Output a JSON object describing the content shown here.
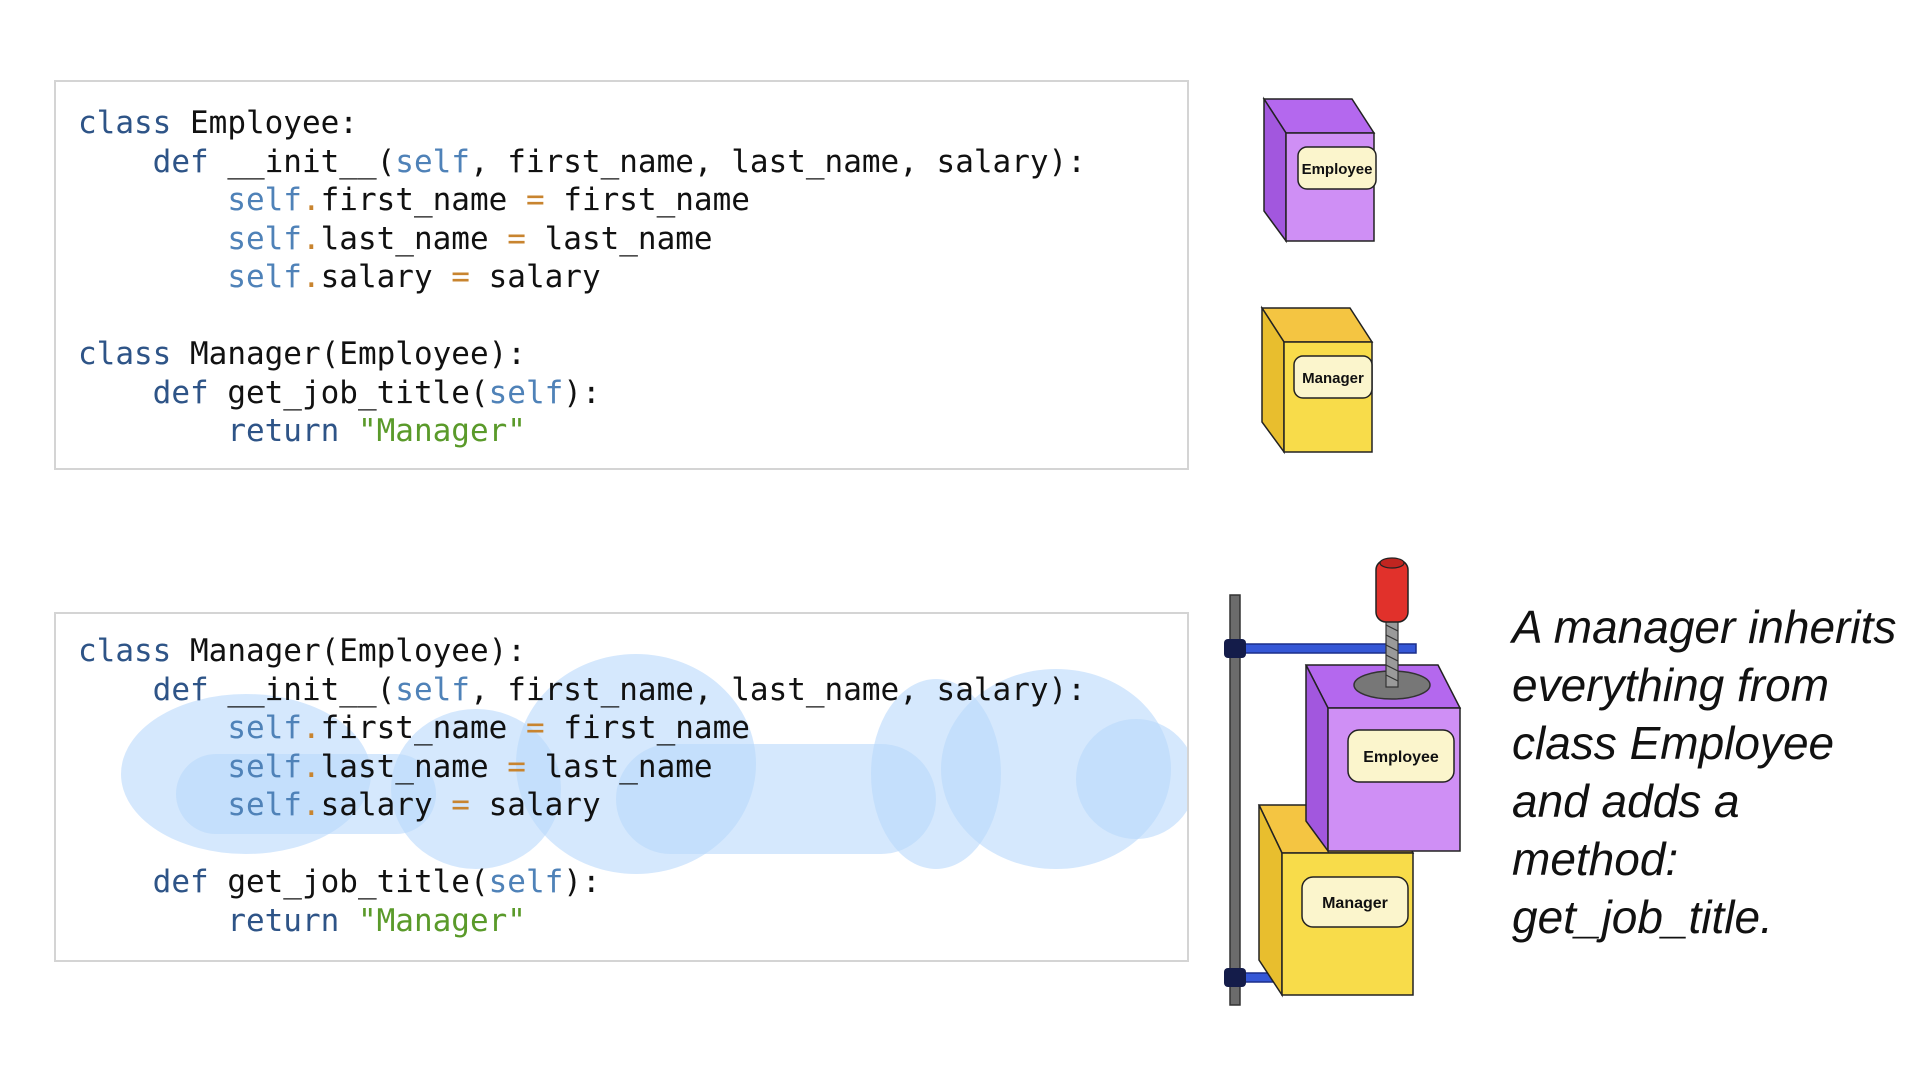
{
  "code_top": {
    "lines": [
      [
        {
          "t": "class",
          "c": "kw"
        },
        {
          "t": " Employee:",
          "c": ""
        }
      ],
      [
        {
          "t": "    ",
          "c": ""
        },
        {
          "t": "def",
          "c": "kw"
        },
        {
          "t": " __init__(",
          "c": ""
        },
        {
          "t": "self",
          "c": "self"
        },
        {
          "t": ", first_name, last_name, salary):",
          "c": ""
        }
      ],
      [
        {
          "t": "        ",
          "c": ""
        },
        {
          "t": "self",
          "c": "self"
        },
        {
          "t": ".",
          "c": "op"
        },
        {
          "t": "first_name ",
          "c": ""
        },
        {
          "t": "=",
          "c": "op"
        },
        {
          "t": " first_name",
          "c": ""
        }
      ],
      [
        {
          "t": "        ",
          "c": ""
        },
        {
          "t": "self",
          "c": "self"
        },
        {
          "t": ".",
          "c": "op"
        },
        {
          "t": "last_name ",
          "c": ""
        },
        {
          "t": "=",
          "c": "op"
        },
        {
          "t": " last_name",
          "c": ""
        }
      ],
      [
        {
          "t": "        ",
          "c": ""
        },
        {
          "t": "self",
          "c": "self"
        },
        {
          "t": ".",
          "c": "op"
        },
        {
          "t": "salary ",
          "c": ""
        },
        {
          "t": "=",
          "c": "op"
        },
        {
          "t": " salary",
          "c": ""
        }
      ],
      [],
      [
        {
          "t": "class",
          "c": "kw"
        },
        {
          "t": " Manager(Employee):",
          "c": ""
        }
      ],
      [
        {
          "t": "    ",
          "c": ""
        },
        {
          "t": "def",
          "c": "kw"
        },
        {
          "t": " get_job_title(",
          "c": ""
        },
        {
          "t": "self",
          "c": "self"
        },
        {
          "t": "):",
          "c": ""
        }
      ],
      [
        {
          "t": "        ",
          "c": ""
        },
        {
          "t": "return",
          "c": "kw"
        },
        {
          "t": " ",
          "c": ""
        },
        {
          "t": "\"Manager\"",
          "c": "str"
        }
      ]
    ]
  },
  "code_bottom": {
    "lines": [
      [
        {
          "t": "class",
          "c": "kw"
        },
        {
          "t": " Manager(Employee):",
          "c": ""
        }
      ],
      [
        {
          "t": "    ",
          "c": ""
        },
        {
          "t": "def",
          "c": "kw"
        },
        {
          "t": " __init__(",
          "c": ""
        },
        {
          "t": "self",
          "c": "self"
        },
        {
          "t": ", first_name, last_name, salary):",
          "c": ""
        }
      ],
      [
        {
          "t": "        ",
          "c": ""
        },
        {
          "t": "self",
          "c": "self"
        },
        {
          "t": ".",
          "c": "op"
        },
        {
          "t": "first_name ",
          "c": ""
        },
        {
          "t": "=",
          "c": "op"
        },
        {
          "t": " first_name",
          "c": ""
        }
      ],
      [
        {
          "t": "        ",
          "c": ""
        },
        {
          "t": "self",
          "c": "self"
        },
        {
          "t": ".",
          "c": "op"
        },
        {
          "t": "last_name ",
          "c": ""
        },
        {
          "t": "=",
          "c": "op"
        },
        {
          "t": " last_name",
          "c": ""
        }
      ],
      [
        {
          "t": "        ",
          "c": ""
        },
        {
          "t": "self",
          "c": "self"
        },
        {
          "t": ".",
          "c": "op"
        },
        {
          "t": "salary ",
          "c": ""
        },
        {
          "t": "=",
          "c": "op"
        },
        {
          "t": " salary",
          "c": ""
        }
      ],
      [],
      [
        {
          "t": "    ",
          "c": ""
        },
        {
          "t": "def",
          "c": "kw"
        },
        {
          "t": " get_job_title(",
          "c": ""
        },
        {
          "t": "self",
          "c": "self"
        },
        {
          "t": "):",
          "c": ""
        }
      ],
      [
        {
          "t": "        ",
          "c": ""
        },
        {
          "t": "return",
          "c": "kw"
        },
        {
          "t": " ",
          "c": ""
        },
        {
          "t": "\"Manager\"",
          "c": "str"
        }
      ]
    ]
  },
  "boxes": {
    "employee_label": "Employee",
    "manager_label": "Manager"
  },
  "caption": "A manager inherits everything from class Employee and adds a method: get_job_title.",
  "colors": {
    "keyword": "#2e5487",
    "self": "#4f82b8",
    "operator": "#c8842f",
    "string": "#5a9a2a",
    "employee_box": "#c98af2",
    "manager_box": "#f8dc4a",
    "cloud": "#b9d9fb"
  }
}
